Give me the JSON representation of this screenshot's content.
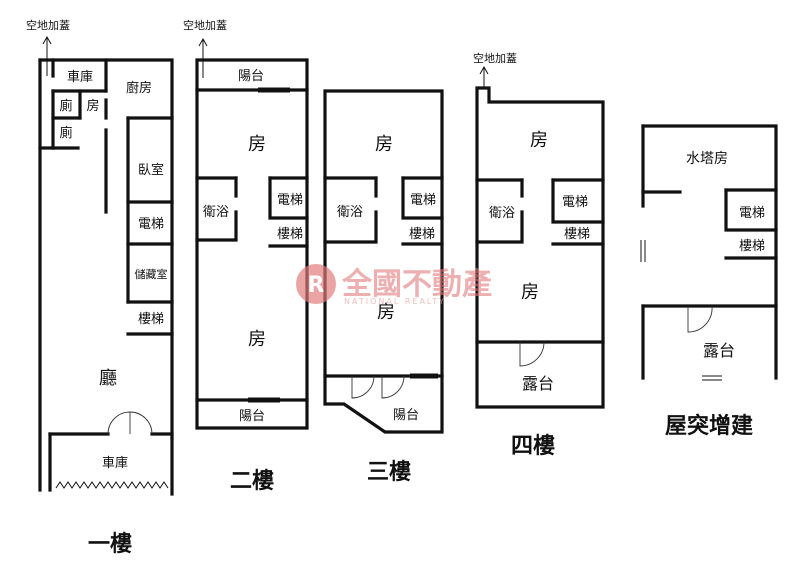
{
  "annotations": {
    "open_space_addition": "空地加蓋"
  },
  "floors": {
    "f1": {
      "title": "一樓",
      "rooms": {
        "garage_top": "車庫",
        "kitchen": "廚房",
        "toilet_a": "廁",
        "room_small": "房",
        "toilet_b": "廁",
        "bedroom": "臥室",
        "elevator": "電梯",
        "storage": "儲藏室",
        "stairs": "樓梯",
        "living": "廳",
        "garage_bottom": "車庫"
      }
    },
    "f2": {
      "title": "二樓",
      "rooms": {
        "balcony_top": "陽台",
        "room_top": "房",
        "bath": "衛浴",
        "elevator": "電梯",
        "stairs": "樓梯",
        "room_bottom": "房",
        "balcony_bottom": "陽台"
      }
    },
    "f3": {
      "title": "三樓",
      "rooms": {
        "room_top": "房",
        "bath": "衛浴",
        "elevator": "電梯",
        "stairs": "樓梯",
        "room_bottom": "房",
        "balcony": "陽台"
      }
    },
    "f4": {
      "title": "四樓",
      "rooms": {
        "room_top": "房",
        "bath": "衛浴",
        "elevator": "電梯",
        "stairs": "樓梯",
        "room_bottom": "房",
        "terrace": "露台"
      }
    },
    "roof": {
      "title": "屋突增建",
      "rooms": {
        "water_tower": "水塔房",
        "elevator": "電梯",
        "stairs": "樓梯",
        "terrace": "露台"
      }
    }
  },
  "watermark": {
    "brand": "全國不動產",
    "brand_en": "NATIONAL REALTY",
    "color": "#e07a7a"
  }
}
